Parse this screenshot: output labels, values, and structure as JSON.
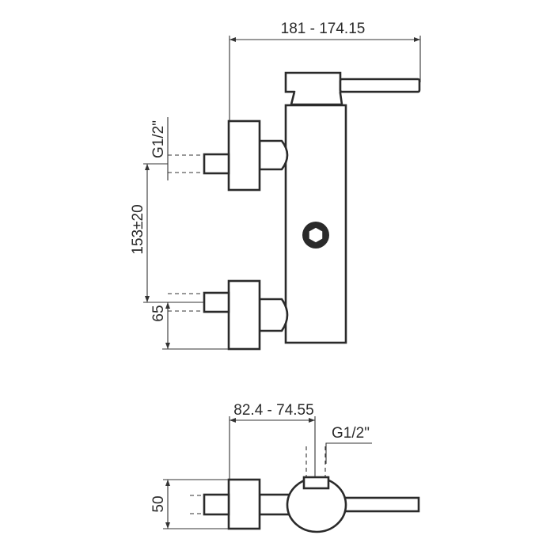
{
  "dimensions": {
    "top_width": "181 - 174.15",
    "top_thread": "G1/2\"",
    "inlet_spacing": "153±20",
    "base_height": "65",
    "side_depth": "82.4 - 74.55",
    "side_thread": "G1/2\"",
    "side_height": "50"
  },
  "colors": {
    "line": "#2a2a2a",
    "background": "#ffffff"
  }
}
